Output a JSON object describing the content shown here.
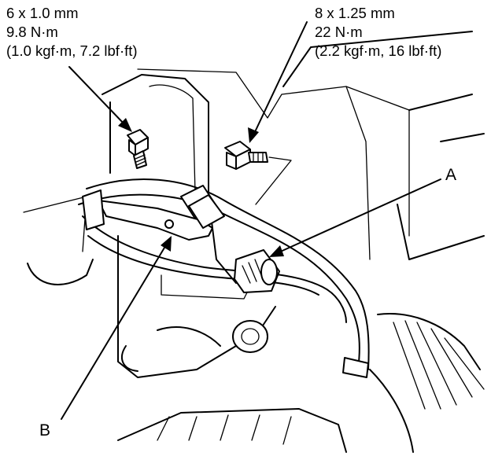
{
  "spec_left": {
    "line1": "6 x 1.0 mm",
    "line2": "9.8 N·m",
    "line3": "(1.0 kgf·m, 7.2 lbf·ft)"
  },
  "spec_right": {
    "line1": "8 x 1.25 mm",
    "line2": "22 N·m",
    "line3": "(2.2 kgf·m, 16 lbf·ft)"
  },
  "callouts": {
    "a": "A",
    "b": "B"
  }
}
